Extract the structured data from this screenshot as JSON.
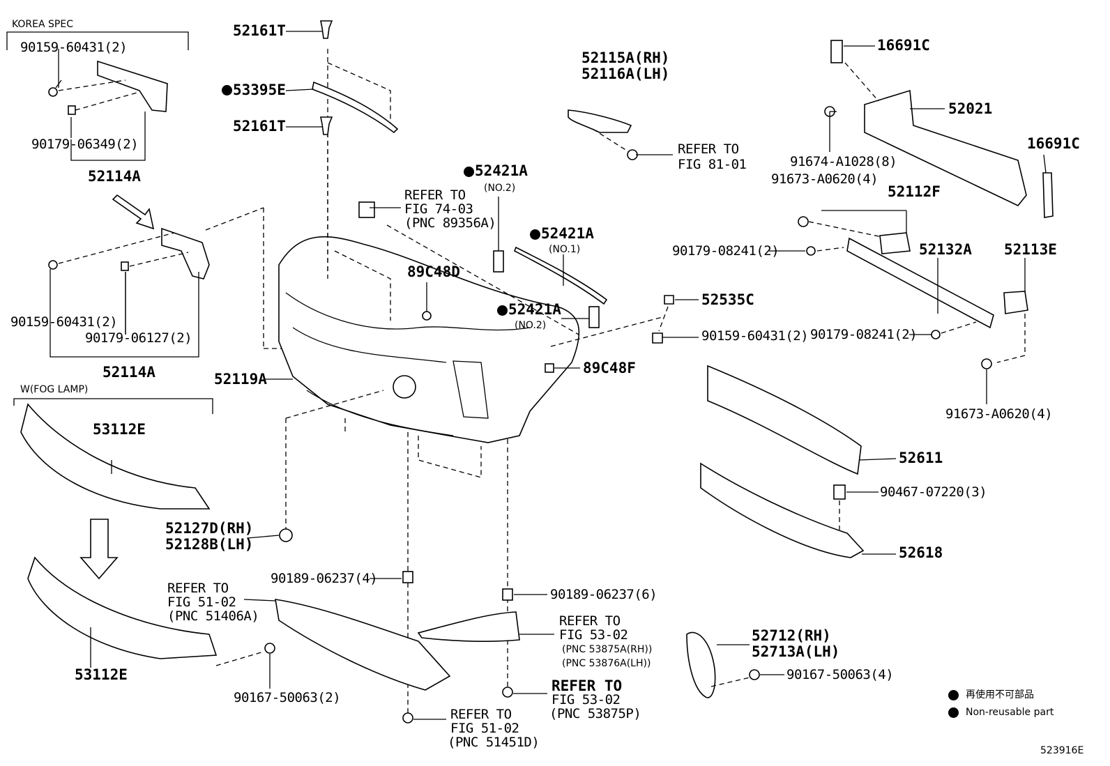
{
  "groups": {
    "korea_spec": "KOREA SPEC",
    "fog_lamp": "W(FOG LAMP)"
  },
  "callouts": {
    "c52161T_top": "52161T",
    "c53395E": "53395E",
    "c52161T_mid": "52161T",
    "c52115A": "52115A(RH)",
    "c52116A": "52116A(LH)",
    "refer_81": [
      "REFER TO",
      "FIG 81-01"
    ],
    "c16691C_top": "16691C",
    "c52021": "52021",
    "c16691C_right": "16691C",
    "c91674": "91674-A1028(8)",
    "c91673_a": "91673-A0620(4)",
    "c52112F": "52112F",
    "c90159_kr": "90159-60431(2)",
    "c90179_06349": "90179-06349(2)",
    "c52114A_top": "52114A",
    "c90159_b": "90159-60431(2)",
    "c90179_06127": "90179-06127(2)",
    "c52114A_bot": "52114A",
    "c52421A_no2_top": "52421A",
    "no2_a": "(NO.2)",
    "refer_74": [
      "REFER TO",
      "FIG 74-03",
      "(PNC 89356A)"
    ],
    "c52421A_no1": "52421A",
    "no1": "(NO.1)",
    "c89C48D": "89C48D",
    "c52421A_no2_bot": "52421A",
    "no2_b": "(NO.2)",
    "c90179_08241_a": "90179-08241(2)",
    "c52132A": "52132A",
    "c52113E": "52113E",
    "c52535C": "52535C",
    "c90159_c": "90159-60431(2)",
    "c90179_08241_b": "90179-08241(2)",
    "c89C48F": "89C48F",
    "c52119A": "52119A",
    "c91673_b": "91673-A0620(4)",
    "c53112E_a": "53112E",
    "c52611": "52611",
    "c90467": "90467-07220(3)",
    "c52127D": "52127D(RH)",
    "c52128B": "52128B(LH)",
    "c52618": "52618",
    "c90189_4": "90189-06237(4)",
    "c90189_6": "90189-06237(6)",
    "refer_51_a": [
      "REFER TO",
      "FIG 51-02",
      "(PNC 51406A)"
    ],
    "refer_53_a": [
      "REFER TO",
      "FIG 53-02",
      "(PNC 53875A(RH))",
      "(PNC 53876A(LH))"
    ],
    "c52712": "52712(RH)",
    "c52713A": "52713A(LH)",
    "c90167_4": "90167-50063(4)",
    "c53112E_b": "53112E",
    "c90167_2": "90167-50063(2)",
    "refer_53_b": [
      "REFER TO",
      "FIG 53-02",
      "(PNC 53875P)"
    ],
    "refer_51_b": [
      "REFER TO",
      "FIG 51-02",
      "(PNC 51451D)"
    ]
  },
  "legend": {
    "non_reusable_jp": "再使用不可部品",
    "non_reusable_en": "Non-reusable part"
  },
  "figure_id": "523916E"
}
